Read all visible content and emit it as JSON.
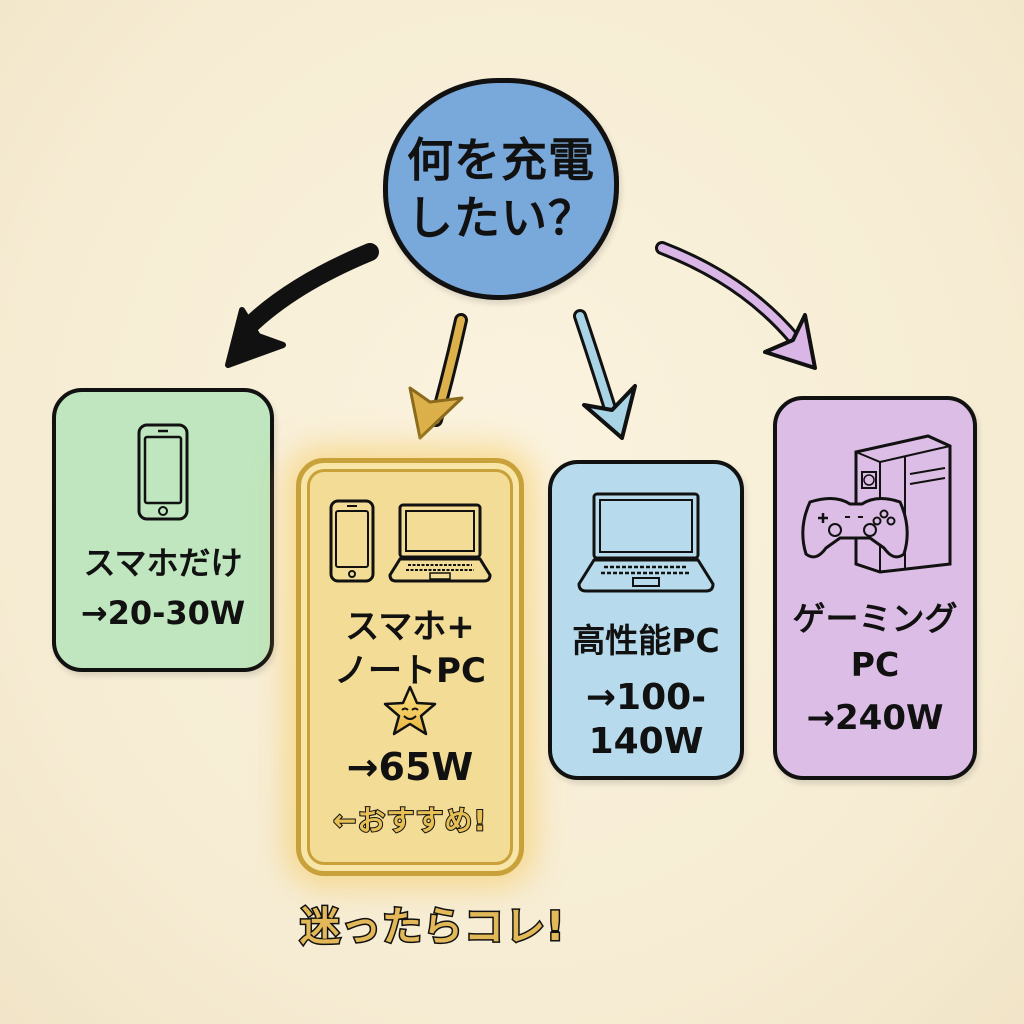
{
  "question": {
    "line1": "何を充電",
    "line2": "したい？"
  },
  "cards": [
    {
      "id": "phone",
      "title": "スマホだけ",
      "watt": "→20-30W",
      "icon": "smartphone-icon",
      "color": "#bfe6be",
      "arrow_color": "#111111"
    },
    {
      "id": "laptop",
      "title_line1": "スマホ+",
      "title_line2": "ノートPC",
      "watt": "→65W",
      "badge": "←おすすめ!",
      "icon": "smartphone-and-laptop-icon",
      "star": "smiling-star-icon",
      "color": "#f3dc95",
      "arrow_color": "#d9ac3a",
      "recommended": true
    },
    {
      "id": "pc",
      "title": "高性能PC",
      "watt_line1": "→100-",
      "watt_line2": "140W",
      "icon": "laptop-icon",
      "color": "#b7dbec",
      "arrow_color": "#a8d4e6"
    },
    {
      "id": "gaming",
      "title_line1": "ゲーミング",
      "title_line2": "PC",
      "watt": "→240W",
      "icon": "gaming-pc-controller-icon",
      "color": "#dcbde6",
      "arrow_color": "#d9b6e6"
    }
  ],
  "tagline": "迷ったらコレ!",
  "colors": {
    "background": "#f6ecd3",
    "question_circle": "#79a8da",
    "outline": "#111111",
    "gold": "#e2b858"
  }
}
